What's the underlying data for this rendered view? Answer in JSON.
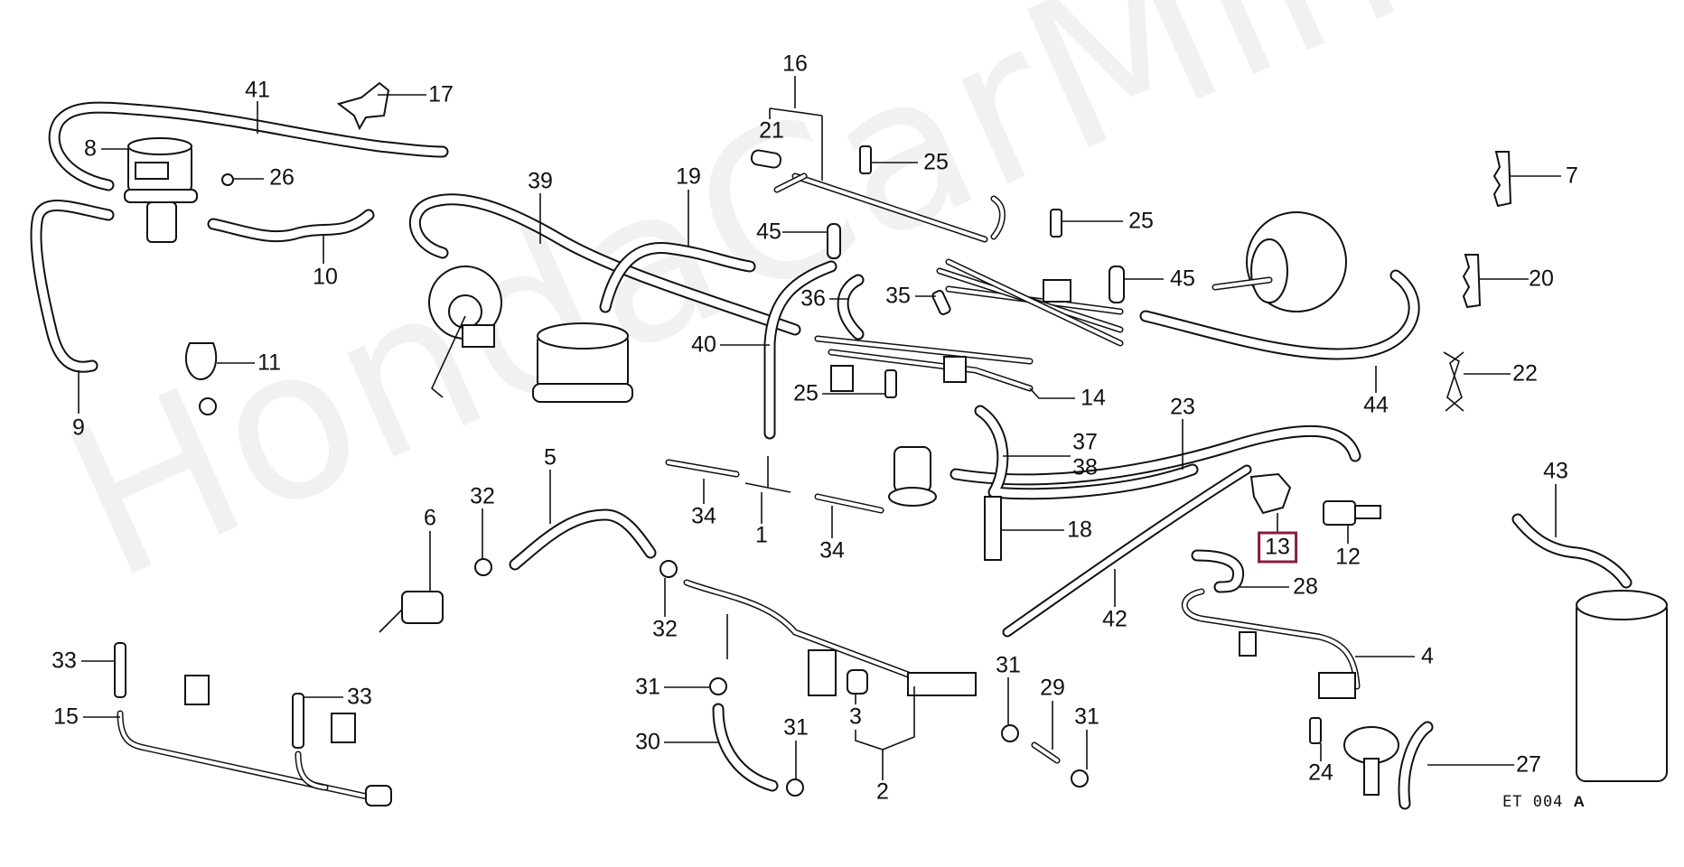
{
  "watermark": "HondaCarMine.ru",
  "diagram_code": "ET 004",
  "diagram_code_suffix": "A",
  "highlight_color": "#8b1a3f",
  "highlighted_part": "13",
  "labels": [
    {
      "id": "p41",
      "text": "41"
    },
    {
      "id": "p17",
      "text": "17"
    },
    {
      "id": "p8",
      "text": "8"
    },
    {
      "id": "p26",
      "text": "26"
    },
    {
      "id": "p10",
      "text": "10"
    },
    {
      "id": "p11",
      "text": "11"
    },
    {
      "id": "p9",
      "text": "9"
    },
    {
      "id": "p39",
      "text": "39"
    },
    {
      "id": "p19",
      "text": "19"
    },
    {
      "id": "p16",
      "text": "16"
    },
    {
      "id": "p21",
      "text": "21"
    },
    {
      "id": "p25a",
      "text": "25"
    },
    {
      "id": "p45a",
      "text": "45"
    },
    {
      "id": "p25b",
      "text": "25"
    },
    {
      "id": "p45b",
      "text": "45"
    },
    {
      "id": "p36",
      "text": "36"
    },
    {
      "id": "p35",
      "text": "35"
    },
    {
      "id": "p40",
      "text": "40"
    },
    {
      "id": "p25c",
      "text": "25"
    },
    {
      "id": "p14",
      "text": "14"
    },
    {
      "id": "p7",
      "text": "7"
    },
    {
      "id": "p20",
      "text": "20"
    },
    {
      "id": "p22",
      "text": "22"
    },
    {
      "id": "p44",
      "text": "44"
    },
    {
      "id": "p23",
      "text": "23"
    },
    {
      "id": "p37",
      "text": "37"
    },
    {
      "id": "p38",
      "text": "38"
    },
    {
      "id": "p18",
      "text": "18"
    },
    {
      "id": "p13",
      "text": "13"
    },
    {
      "id": "p12",
      "text": "12"
    },
    {
      "id": "p42",
      "text": "42"
    },
    {
      "id": "p28",
      "text": "28"
    },
    {
      "id": "p43",
      "text": "43"
    },
    {
      "id": "p4",
      "text": "4"
    },
    {
      "id": "p27",
      "text": "27"
    },
    {
      "id": "p24",
      "text": "24"
    },
    {
      "id": "p5",
      "text": "5"
    },
    {
      "id": "p32a",
      "text": "32"
    },
    {
      "id": "p6",
      "text": "6"
    },
    {
      "id": "p34a",
      "text": "34"
    },
    {
      "id": "p1",
      "text": "1"
    },
    {
      "id": "p34b",
      "text": "34"
    },
    {
      "id": "p32b",
      "text": "32"
    },
    {
      "id": "p33a",
      "text": "33"
    },
    {
      "id": "p15",
      "text": "15"
    },
    {
      "id": "p33b",
      "text": "33"
    },
    {
      "id": "p31a",
      "text": "31"
    },
    {
      "id": "p30",
      "text": "30"
    },
    {
      "id": "p31b",
      "text": "31"
    },
    {
      "id": "p3",
      "text": "3"
    },
    {
      "id": "p2",
      "text": "2"
    },
    {
      "id": "p31c",
      "text": "31"
    },
    {
      "id": "p29",
      "text": "29"
    },
    {
      "id": "p31d",
      "text": "31"
    }
  ]
}
